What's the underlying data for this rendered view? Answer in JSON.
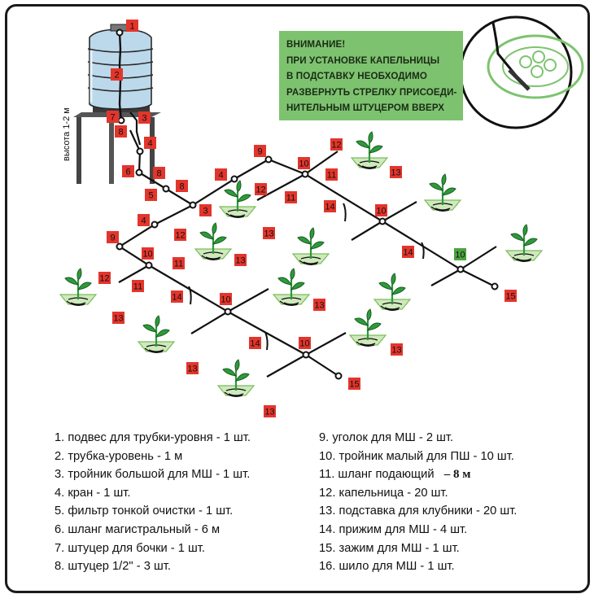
{
  "notice": {
    "lines": [
      "ВНИМАНИЕ!",
      "ПРИ УСТАНОВКЕ КАПЕЛЬНИЦЫ",
      "В ПОДСТАВКУ НЕОБХОДИМО",
      "РАЗВЕРНУТЬ СТРЕЛКУ ПРИСОЕДИ-",
      "НИТЕЛЬНЫМ ШТУЦЕРОМ ВВЕРХ"
    ]
  },
  "height_label": "высота 1-2 м",
  "markers": [
    "1",
    "2",
    "3",
    "4",
    "5",
    "6",
    "7",
    "8",
    "9",
    "10",
    "11",
    "12",
    "13",
    "14",
    "15"
  ],
  "legend": {
    "left": [
      "1. подвес для трубки-уровня - 1 шт.",
      "2. трубка-уровень - 1 м",
      "3. тройник большой для МШ - 1 шт.",
      "4. кран - 1 шт.",
      "5. фильтр тонкой очистки - 1 шт.",
      "6. шланг магистральный - 6 м",
      "7. штуцер для бочки - 1 шт.",
      "8. штуцер 1/2\" - 3 шт."
    ],
    "right": [
      "9. уголок для МШ - 2 шт.",
      "10. тройник малый для ПШ - 10 шт.",
      "11. шланг подающий",
      "12. капельница - 20 шт.",
      "13. подставка для клубники - 20 шт.",
      "14. прижим для МШ - 4 шт.",
      "15. зажим для МШ - 1 шт.",
      "16. шило для МШ - 1 шт."
    ],
    "item11_amount": "– 8 м"
  },
  "colors": {
    "marker_red": "#e3352c",
    "marker_green": "#4aa33f",
    "notice_bg": "#7dc36f",
    "plant_green": "#2e9a3a",
    "saucer_green": "#9ad07a",
    "tank_blue": "#bcd9ec",
    "pipe": "#111111"
  }
}
